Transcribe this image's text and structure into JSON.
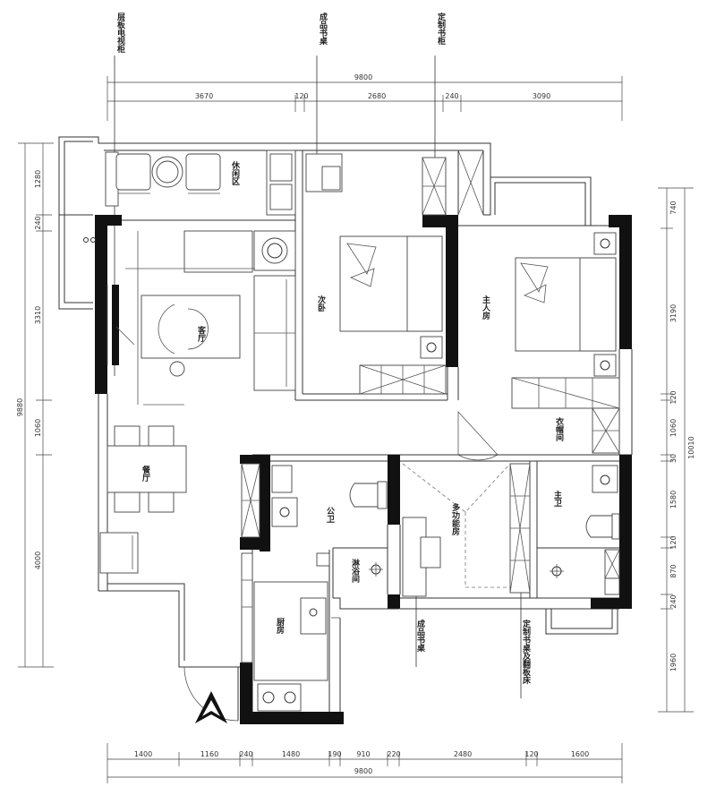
{
  "top_notes": {
    "tv_wall": "层板电视柜",
    "desk_top": "成品书桌",
    "bookcase_top": "定制书柜"
  },
  "bottom_notes": {
    "desk_bottom": "成品书桌",
    "bookcase_bed": "定制书桌及翻板床"
  },
  "rooms": {
    "leisure": "休闲区",
    "second_bedroom": "次卧",
    "master_bedroom": "主人房",
    "living_room": "客厅",
    "dining_room": "餐厅",
    "walk_in_closet": "衣帽间",
    "public_bath": "公卫",
    "multi_room": "多功能房",
    "master_bath": "主卫",
    "shower": "淋浴间",
    "kitchen": "厨房"
  },
  "dims_top": {
    "total": "9800",
    "seg1": "3670",
    "seg2": "120",
    "seg3": "2680",
    "seg4": "240",
    "seg5": "3090"
  },
  "dims_left": {
    "total": "9880",
    "seg1": "1280",
    "seg2": "240",
    "seg3": "3310",
    "seg4": "1060",
    "seg5": "4000"
  },
  "dims_right": {
    "total": "10010",
    "seg1": "740",
    "seg2": "3190",
    "seg3": "120",
    "seg4": "1060",
    "seg5": "30",
    "seg6": "1580",
    "seg7": "120",
    "seg8": "870",
    "seg9": "240",
    "seg10": "1960"
  },
  "dims_bottom": {
    "total": "9800",
    "seg1": "1400",
    "seg2": "1160",
    "seg3": "240",
    "seg4": "1480",
    "seg5": "190",
    "seg6": "910",
    "seg7": "220",
    "seg8": "2480",
    "seg9": "120",
    "seg10": "1600"
  },
  "icons": {
    "entry": "entry-arrow-icon"
  }
}
